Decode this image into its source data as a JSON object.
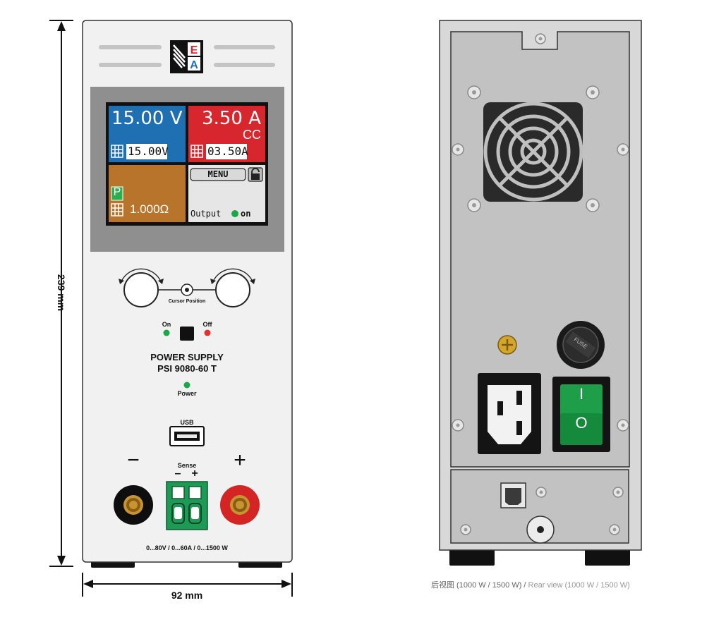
{
  "dimensions": {
    "height": "239 mm",
    "width": "92 mm"
  },
  "front": {
    "display": {
      "voltage_actual": "15.00 V",
      "voltage_set": "15.00V",
      "current_actual": "3.50 A",
      "regulation_mode": "CC",
      "current_set": "03.50A",
      "power_mode_badge": "P",
      "resistance_set": "1.000Ω",
      "menu_button": "MENU",
      "output_label": "Output",
      "output_state": "on"
    },
    "knob_caption": "Cursor Position",
    "on_label": "On",
    "off_label": "Off",
    "product_line1": "POWER SUPPLY",
    "product_line2": "PSI 9080-60 T",
    "power_label": "Power",
    "usb_label": "USB",
    "minus_symbol": "−",
    "plus_symbol": "+",
    "sense_label": "Sense",
    "sense_minus": "–",
    "sense_plus": "+",
    "ratings": "0...80V / 0...60A / 0...1500 W"
  },
  "rear": {
    "switch_on": "I",
    "switch_off": "O",
    "fuse_text": "FUSE",
    "caption_cn": "后视图 (1000 W / 1500 W)",
    "caption_sep": " / ",
    "caption_en": "Rear view (1000 W / 1500 W)"
  },
  "colors": {
    "voltage_panel": "#1f6fb3",
    "current_panel": "#d8262e",
    "resistance_panel": "#b8742b",
    "led_green": "#1aa84a",
    "led_red": "#e03030",
    "terminal_red": "#d42424",
    "sense_green": "#1d9a55",
    "switch_green": "#1f9e4a",
    "badge_green": "#2cae4f"
  }
}
